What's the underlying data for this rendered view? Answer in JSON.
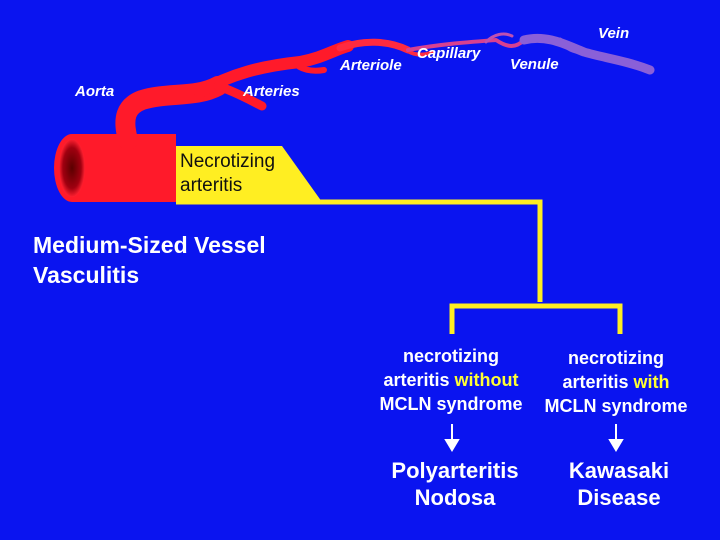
{
  "vessels": {
    "aorta": "Aorta",
    "arteries": "Arteries",
    "arteriole": "Arteriole",
    "capillary": "Capillary",
    "venule": "Venule",
    "vein": "Vein"
  },
  "highlight_box": {
    "line1": "Necrotizing",
    "line2": "arteritis"
  },
  "title": {
    "line1": "Medium-Sized Vessel",
    "line2": "Vasculitis"
  },
  "left_branch": {
    "line1": "necrotizing",
    "line2_a": "arteritis ",
    "line2_b": "without",
    "line3": "MCLN syndrome",
    "result1": "Polyarteritis",
    "result2": "Nodosa"
  },
  "right_branch": {
    "line1": "necrotizing",
    "line2_a": "arteritis ",
    "line2_b": "with",
    "line3": "MCLN syndrome",
    "result1": "Kawasaki",
    "result2": "Disease"
  },
  "colors": {
    "background": "#0a14f0",
    "artery": "#ff1a2a",
    "vein": "#8a5fd0",
    "highlight": "#ffee22",
    "text": "#ffffff",
    "accent_text": "#ffff33"
  }
}
